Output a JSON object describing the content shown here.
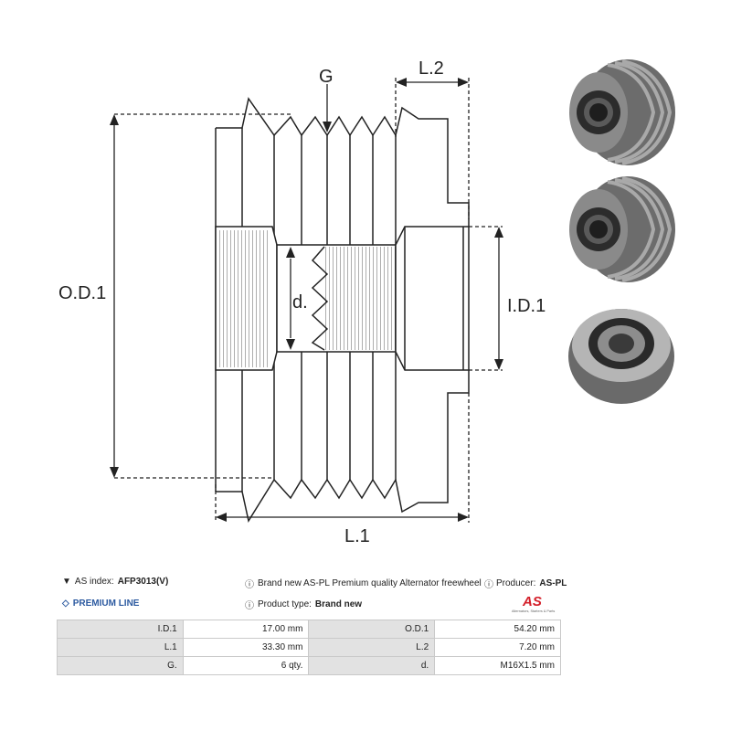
{
  "diagram": {
    "label_g": "G",
    "label_l2": "L.2",
    "label_od1": "O.D.1",
    "label_d": "d.",
    "label_id1": "I.D.1",
    "label_l1": "L.1"
  },
  "info": {
    "as_index_label": "AS index:",
    "as_index_value": "AFP3013(V)",
    "premium_line": "PREMIUM LINE",
    "description": "Brand new AS-PL Premium quality Alternator freewheel pulley",
    "producer_label": "Producer:",
    "producer_value": "AS-PL",
    "product_type_label": "Product type:",
    "product_type_value": "Brand new",
    "logo_text": "AS",
    "logo_tagline": "Alternators, Starters & Parts"
  },
  "specs": [
    [
      {
        "label": "I.D.1",
        "value": "17.00 mm"
      },
      {
        "label": "O.D.1",
        "value": "54.20 mm"
      }
    ],
    [
      {
        "label": "L.1",
        "value": "33.30 mm"
      },
      {
        "label": "L.2",
        "value": "7.20 mm"
      }
    ],
    [
      {
        "label": "G.",
        "value": "6 qty."
      },
      {
        "label": "d.",
        "value": "M16X1.5 mm"
      }
    ]
  ],
  "colors": {
    "premium_blue": "#2c5aa0",
    "logo_red": "#d4202a",
    "table_label_bg": "#e2e2e2"
  }
}
